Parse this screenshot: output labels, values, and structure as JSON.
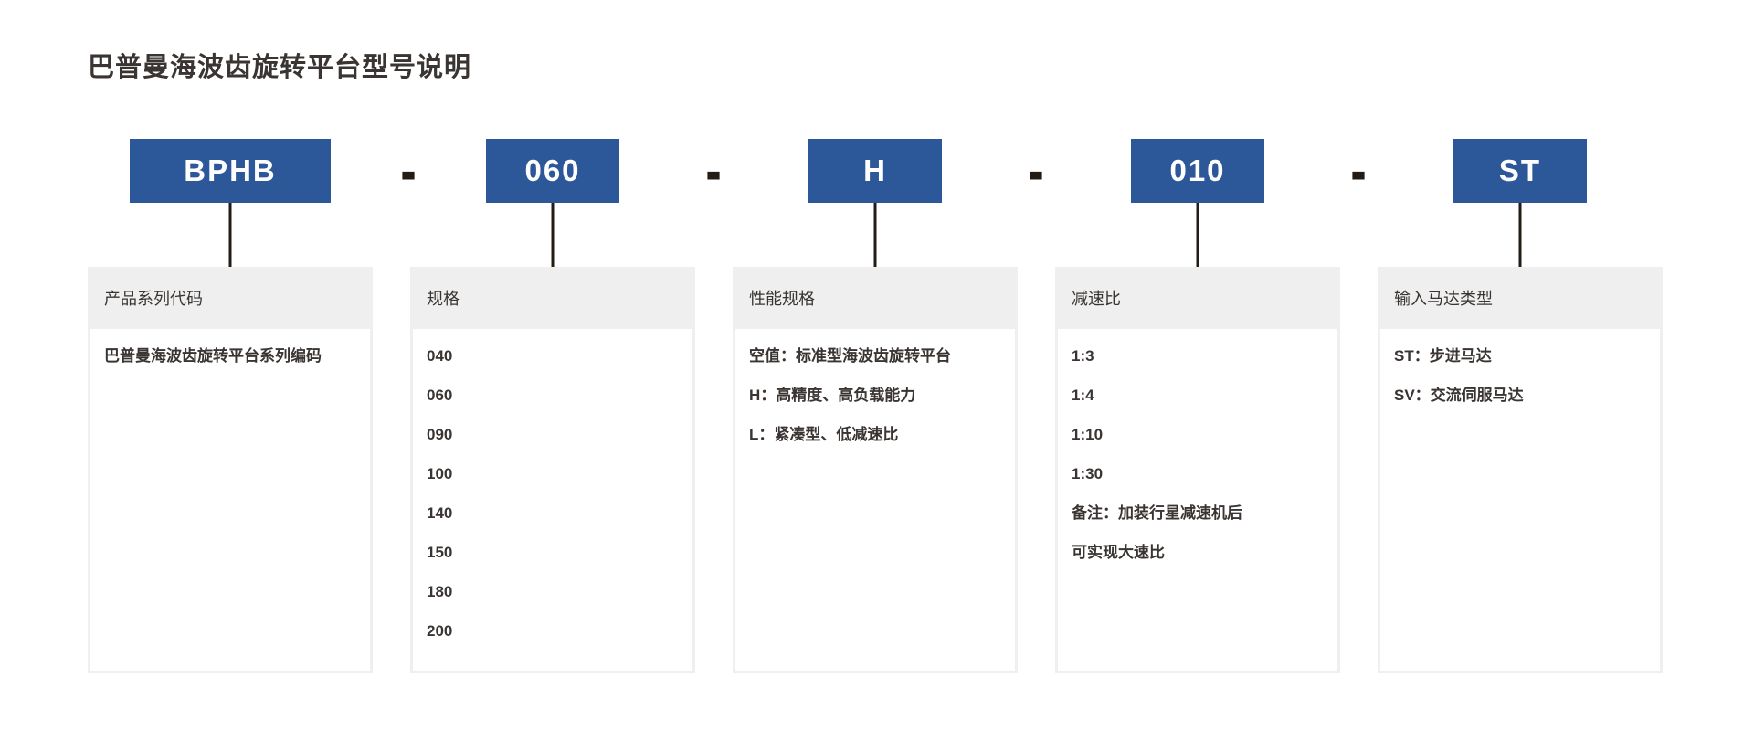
{
  "page": {
    "title": "巴普曼海波齿旋转平台型号说明",
    "accent_color": "#2c5799",
    "line_color": "#231c16",
    "header_bg": "#efefef",
    "text_color": "#3a3532"
  },
  "model_code": {
    "separator": "-",
    "full_code": "BPHB-060-H-010-ST"
  },
  "segments": [
    {
      "code": "BPHB",
      "label": "产品系列代码",
      "items": [
        "巴普曼海波齿旋转平台系列编码"
      ]
    },
    {
      "code": "060",
      "label": "规格",
      "items": [
        "040",
        "060",
        "090",
        "100",
        "140",
        "150",
        "180",
        "200"
      ]
    },
    {
      "code": "H",
      "label": "性能规格",
      "items": [
        "空值：标准型海波齿旋转平台",
        "H：高精度、高负载能力",
        "L：紧凑型、低减速比"
      ]
    },
    {
      "code": "010",
      "label": "减速比",
      "items": [
        "1:3",
        "1:4",
        "1:10",
        "1:30",
        "备注：加装行星减速机后",
        "可实现大速比"
      ]
    },
    {
      "code": "ST",
      "label": "输入马达类型",
      "items": [
        "ST：步进马达",
        "SV：交流伺服马达"
      ]
    }
  ]
}
